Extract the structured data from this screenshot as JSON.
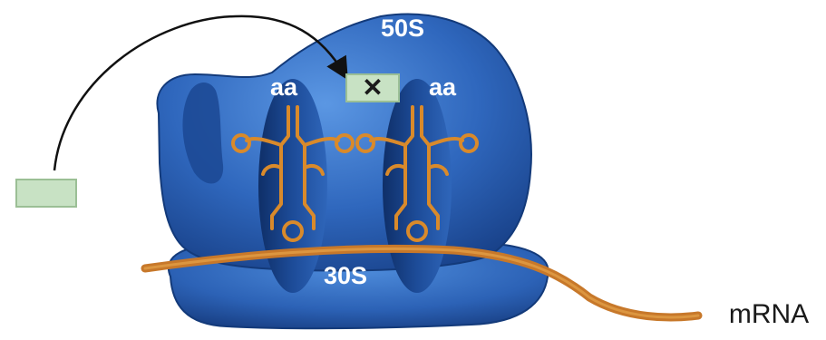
{
  "labels": {
    "large_subunit": "50S",
    "small_subunit": "30S",
    "aa_left": "aa",
    "aa_right": "aa",
    "mrna": "mRNA",
    "block_mark": "✕"
  },
  "colors": {
    "ribosome_light": "#4a86d6",
    "ribosome_mid": "#2d63b8",
    "ribosome_dark": "#173f86",
    "trna": "#d98a2b",
    "mrna_strand": "#c7782a",
    "molecule_box": "#c8e2c4",
    "arrow": "#111111"
  },
  "icons": {
    "trna_left": "trna-cloverleaf-icon",
    "trna_right": "trna-cloverleaf-icon",
    "block": "x-mark-icon",
    "arrow": "curved-arrow-icon"
  }
}
